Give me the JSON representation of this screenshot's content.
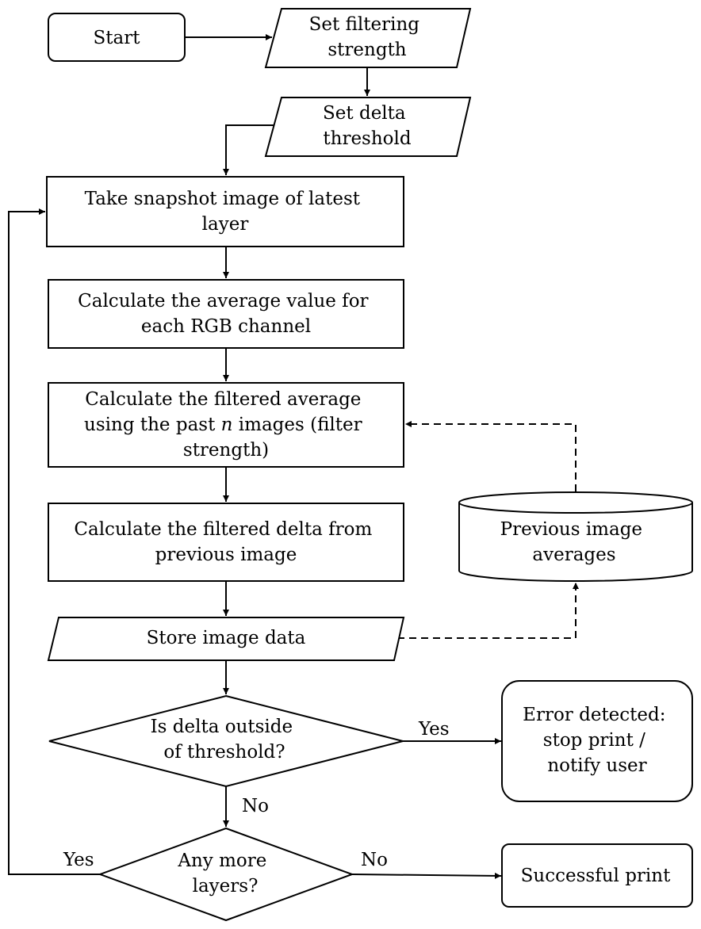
{
  "nodes": {
    "start": {
      "lines": [
        "Start"
      ]
    },
    "set_filtering_strength": {
      "lines": [
        "Set filtering",
        "strength"
      ]
    },
    "set_delta_threshold": {
      "lines": [
        "Set delta",
        "threshold"
      ]
    },
    "take_snapshot": {
      "lines": [
        "Take snapshot image of latest",
        "layer"
      ]
    },
    "calc_average": {
      "lines": [
        "Calculate the average value for",
        "each RGB channel"
      ]
    },
    "calc_filtered_average": {
      "lines": [
        "Calculate the filtered average",
        "using the past n images (filter",
        "strength)"
      ]
    },
    "calc_filtered_delta": {
      "lines": [
        "Calculate the filtered delta from",
        "previous image"
      ]
    },
    "store_image_data": {
      "lines": [
        "Store image data"
      ]
    },
    "previous_image_averages": {
      "lines": [
        "Previous image",
        "averages"
      ]
    },
    "delta_decision": {
      "lines": [
        "Is delta outside",
        "of threshold?"
      ]
    },
    "error_detected": {
      "lines": [
        "Error detected:",
        "stop print /",
        "notify user"
      ]
    },
    "layers_decision": {
      "lines": [
        "Any more",
        "layers?"
      ]
    },
    "successful_print": {
      "lines": [
        "Successful print"
      ]
    }
  },
  "edge_labels": {
    "delta_yes": "Yes",
    "delta_no": "No",
    "layers_yes": "Yes",
    "layers_no": "No"
  }
}
